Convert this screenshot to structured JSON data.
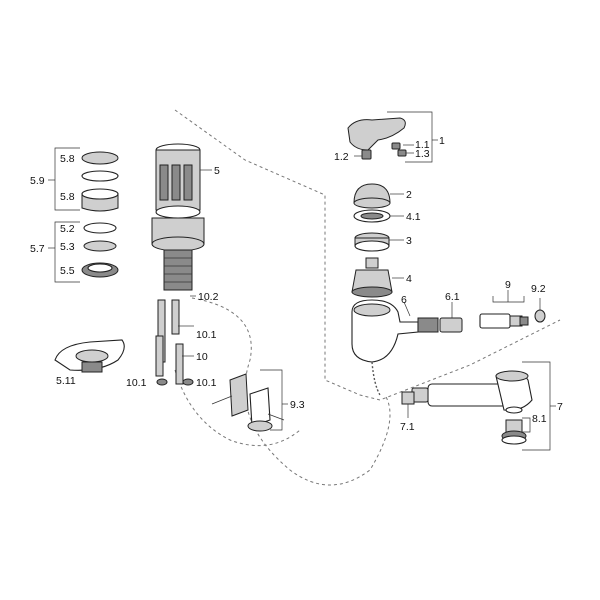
{
  "diagram": {
    "part_labels": {
      "p1": "1",
      "p1_1": "1.1",
      "p1_2": "1.2",
      "p1_3": "1.3",
      "p2": "2",
      "p3": "3",
      "p4": "4",
      "p4_1": "4.1",
      "p5": "5",
      "p5_2": "5.2",
      "p5_3": "5.3",
      "p5_5": "5.5",
      "p5_7": "5.7",
      "p5_8a": "5.8",
      "p5_8b": "5.8",
      "p5_9": "5.9",
      "p5_11": "5.11",
      "p6": "6",
      "p6_1": "6.1",
      "p7": "7",
      "p7_1": "7.1",
      "p8_1": "8.1",
      "p9": "9",
      "p9_2": "9.2",
      "p9_3": "9.3",
      "p10": "10",
      "p10_1a": "10.1",
      "p10_1b": "10.1",
      "p10_1c": "10.1",
      "p10_2": "10.2"
    },
    "colors": {
      "line": "#222222",
      "fill_light": "#cfcfcf",
      "fill_dark": "#8a8a8a"
    }
  }
}
